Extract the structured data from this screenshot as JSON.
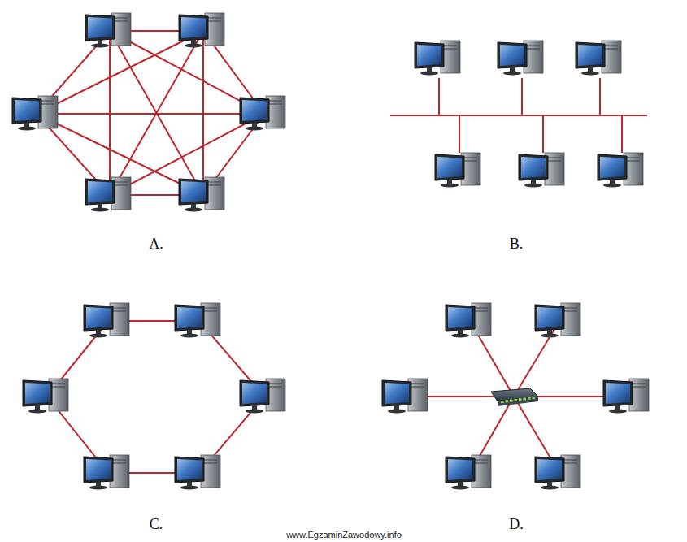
{
  "diagram": {
    "labels": [
      "A.",
      "B.",
      "C.",
      "D.",
      "www.EgzaminZawodowy.info"
    ]
  }
}
